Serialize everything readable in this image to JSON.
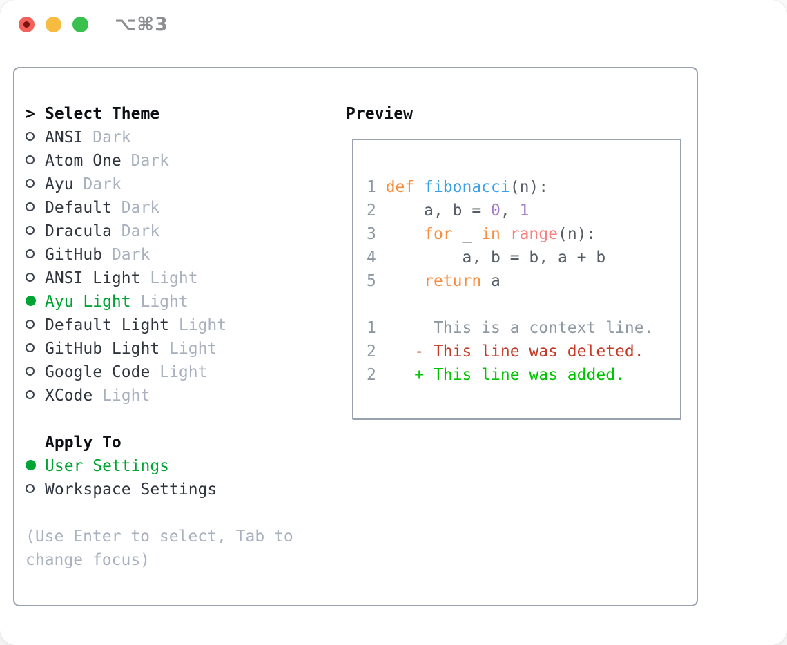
{
  "window": {
    "shortcut": "⌥⌘3"
  },
  "theme_list": {
    "marker": ">",
    "header": "Select Theme",
    "items": [
      {
        "name": "ANSI",
        "tag": "Dark",
        "selected": false
      },
      {
        "name": "Atom One",
        "tag": "Dark",
        "selected": false
      },
      {
        "name": "Ayu",
        "tag": "Dark",
        "selected": false
      },
      {
        "name": "Default",
        "tag": "Dark",
        "selected": false
      },
      {
        "name": "Dracula",
        "tag": "Dark",
        "selected": false
      },
      {
        "name": "GitHub",
        "tag": "Dark",
        "selected": false
      },
      {
        "name": "ANSI Light",
        "tag": "Light",
        "selected": false
      },
      {
        "name": "Ayu Light",
        "tag": "Light",
        "selected": true
      },
      {
        "name": "Default Light",
        "tag": "Light",
        "selected": false
      },
      {
        "name": "GitHub Light",
        "tag": "Light",
        "selected": false
      },
      {
        "name": "Google Code",
        "tag": "Light",
        "selected": false
      },
      {
        "name": "XCode",
        "tag": "Light",
        "selected": false
      }
    ]
  },
  "apply_to": {
    "header": "Apply To",
    "items": [
      {
        "name": "User Settings",
        "selected": true
      },
      {
        "name": "Workspace Settings",
        "selected": false
      }
    ]
  },
  "hint": {
    "line1": "(Use Enter to select, Tab to",
    "line2": "change focus)"
  },
  "preview": {
    "title": "Preview",
    "lines": [
      [
        {
          "t": "1 ",
          "c": "num"
        },
        {
          "t": "def ",
          "c": "kw"
        },
        {
          "t": "fibonacci",
          "c": "fn"
        },
        {
          "t": "(n):",
          "c": "plain"
        }
      ],
      [
        {
          "t": "2 ",
          "c": "num"
        },
        {
          "t": "    a, b = ",
          "c": "plain"
        },
        {
          "t": "0",
          "c": "lit"
        },
        {
          "t": ", ",
          "c": "plain"
        },
        {
          "t": "1",
          "c": "lit"
        }
      ],
      [
        {
          "t": "3 ",
          "c": "num"
        },
        {
          "t": "    ",
          "c": "plain"
        },
        {
          "t": "for ",
          "c": "kw"
        },
        {
          "t": "_ ",
          "c": "plain"
        },
        {
          "t": "in ",
          "c": "kw"
        },
        {
          "t": "range",
          "c": "call"
        },
        {
          "t": "(n):",
          "c": "plain"
        }
      ],
      [
        {
          "t": "4 ",
          "c": "num"
        },
        {
          "t": "        a, b = b, a + b",
          "c": "plain"
        }
      ],
      [
        {
          "t": "5 ",
          "c": "num"
        },
        {
          "t": "    ",
          "c": "plain"
        },
        {
          "t": "return ",
          "c": "kw"
        },
        {
          "t": "a",
          "c": "plain"
        }
      ],
      [
        {
          "t": " ",
          "c": "plain"
        }
      ],
      [
        {
          "t": "1",
          "c": "num"
        },
        {
          "t": "      This is a context line.",
          "c": "ctx"
        }
      ],
      [
        {
          "t": "2",
          "c": "num"
        },
        {
          "t": "    ",
          "c": "plain"
        },
        {
          "t": "- This line was deleted.",
          "c": "del"
        }
      ],
      [
        {
          "t": "2",
          "c": "num"
        },
        {
          "t": "    ",
          "c": "plain"
        },
        {
          "t": "+ This line was added.",
          "c": "add"
        }
      ]
    ]
  },
  "colors": {
    "border": "#98a1ae",
    "textdark": "#2f343d",
    "headerblack": "#0b0e12",
    "taggray": "#a9b1bf",
    "linenum": "#8d97a2",
    "codetext": "#555c66",
    "orange": "#fb8c3c",
    "blue": "#38a1e9",
    "coral": "#f77f7f",
    "purple": "#a37acc",
    "selgreen": "#00a435",
    "diffgreen": "#00c300",
    "diffred": "#c43a26",
    "markeroutline": "#3c434e",
    "tlred": "#f4615b",
    "tlreddot": "#7e120f",
    "tlyellow": "#f6bb40",
    "tlgreen": "#38c24d",
    "shortcutgray": "#8c8e92"
  }
}
